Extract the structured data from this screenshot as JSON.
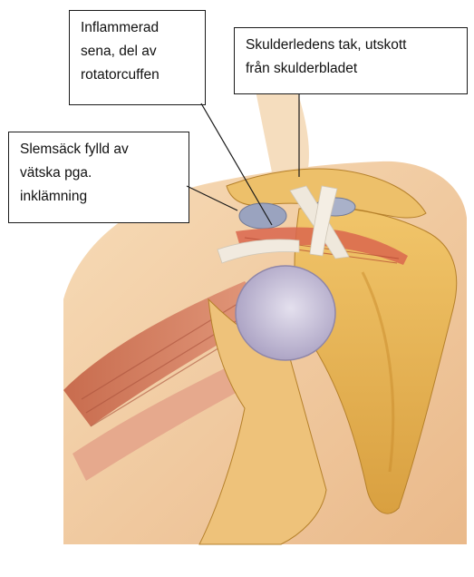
{
  "illustration": {
    "subject": "shoulder-joint-anatomy",
    "colors": {
      "skin": "#f2c99a",
      "bone": "#e8b456",
      "bone_shade": "#c98c2c",
      "humeral_head": "#c9c3da",
      "muscle": "#d98466",
      "muscle_dark": "#b75a3e",
      "bursa": "#9aa3bf",
      "tendon": "#efe8dc",
      "outline": "#1a1a1a"
    }
  },
  "callouts": {
    "tendon": {
      "text": "Inflammerad\nsena, del av\nrotatorcuffen"
    },
    "acromion": {
      "text": "Skulderledens tak, utskott\nfrån skulderbladet"
    },
    "bursa": {
      "text": "Slemsäck fylld av\nvätska pga.\ninklämning"
    }
  }
}
